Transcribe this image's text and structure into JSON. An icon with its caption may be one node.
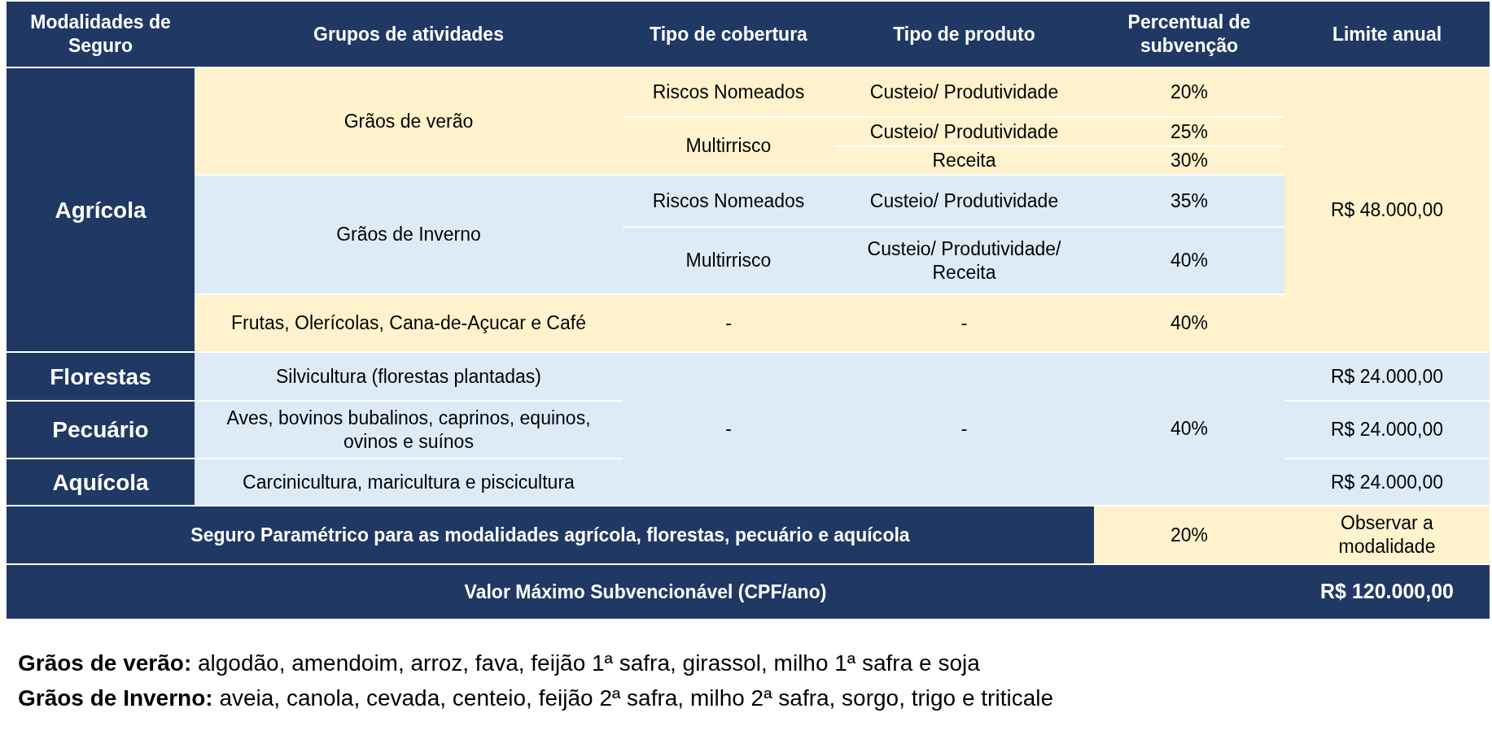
{
  "diagram": {
    "labels": [
      "Modalidades de Seguro",
      "Grupos de atividades",
      "Tipo de cobertura",
      "Tipo de produto",
      "Percentual de subvenção",
      "Limite anual",
      "Agrícola",
      "Grãos de verão",
      "Riscos Nomeados",
      "Custeio/ Produtividade",
      "20%",
      "R$  48.000,00",
      "Multirrisco",
      "Custeio/ Produtividade",
      "25%",
      "Receita",
      "30%",
      "Grãos de Inverno",
      "Riscos Nomeados",
      "Custeio/ Produtividade",
      "35%",
      "Multirrisco",
      "Custeio/ Produtividade/ Receita",
      "40%",
      "Frutas, Olerícolas, Cana-de-Açucar e Café",
      "-",
      "-",
      "40%",
      "Florestas",
      "Silvicultura (florestas plantadas)",
      "-",
      "-",
      "40%",
      "R$  24.000,00",
      "Pecuário",
      "Aves, bovinos bubalinos, caprinos, equinos, ovinos e suínos",
      "R$  24.000,00",
      "Aquícola",
      "Carcinicultura, maricultura e piscicultura",
      "R$  24.000,00",
      "Seguro Paramétrico para as modalidades agrícola, florestas, pecuário e aquícola",
      "20%",
      "Observar a modalidade",
      "Valor Máximo Subvencionável (CPF/ano)",
      "R$  120.000,00",
      "**Grãos de verão:** algodão, amendoim, arroz, fava, feijão 1ª safra, girassol, milho 1ª safra e soja",
      "**Grãos de Inverno:** aveia, canola, cevada, centeio, feijão 2ª safra, milho 2ª safra, sorgo, trigo e triticale"
    ]
  }
}
